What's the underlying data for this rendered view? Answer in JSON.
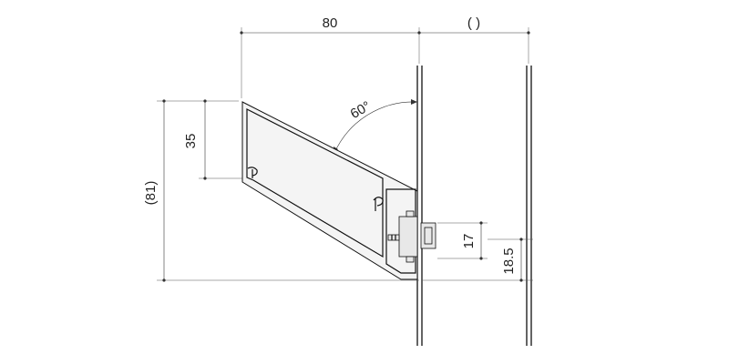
{
  "dimensions": {
    "width_top": "80",
    "width_right": "(  )",
    "height_total": "(81)",
    "height_upper": "35",
    "angle": "60°",
    "bracket_height": "17",
    "bracket_offset": "18.5"
  },
  "colors": {
    "line": "#111111",
    "background": "#ffffff"
  }
}
